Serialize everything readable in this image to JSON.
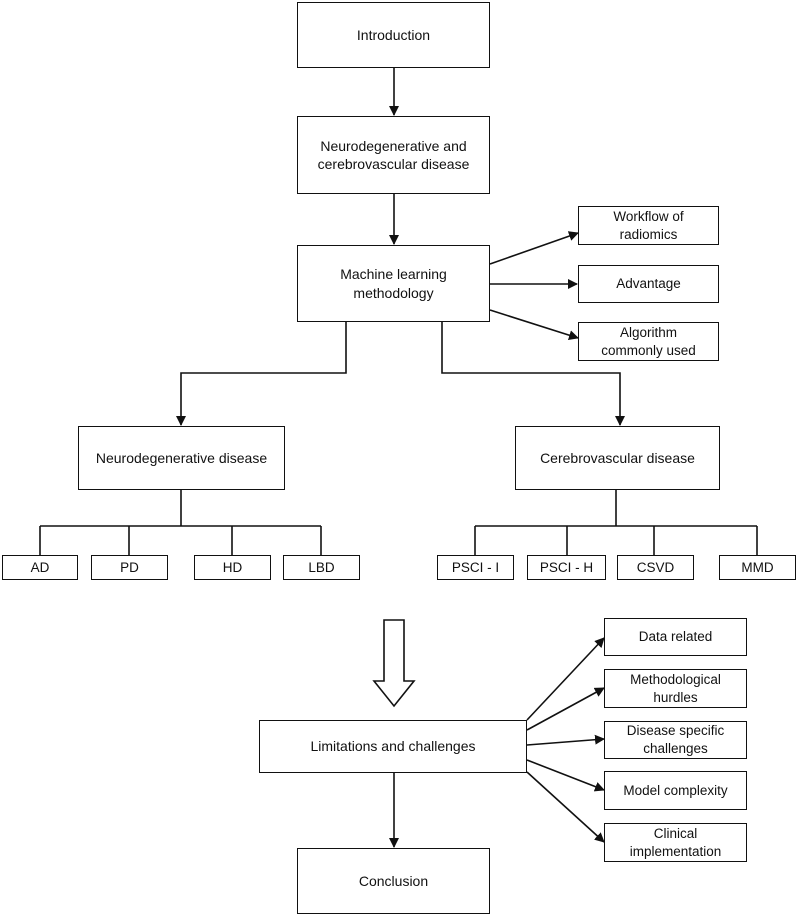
{
  "nodes": {
    "introduction": "Introduction",
    "neuro_cerebro": "Neurodegenerative and\ncerebrovascular disease",
    "ml_methodology": "Machine learning\nmethodology",
    "workflow_radiomics": "Workflow of\nradiomics",
    "advantage": "Advantage",
    "algorithm": "Algorithm\ncommonly used",
    "neurodegenerative": "Neurodegenerative disease",
    "cerebrovascular": "Cerebrovascular disease",
    "neuro_subtypes": [
      "AD",
      "PD",
      "HD",
      "LBD"
    ],
    "cerebro_subtypes": [
      "PSCI - I",
      "PSCI - H",
      "CSVD",
      "MMD"
    ],
    "limitations": "Limitations and challenges",
    "limitation_items": [
      "Data related",
      "Methodological\nhurdles",
      "Disease specific\nchallenges",
      "Model complexity",
      "Clinical\nimplementation"
    ],
    "conclusion": "Conclusion"
  },
  "colors": {
    "stroke": "#111111",
    "background": "#ffffff"
  }
}
